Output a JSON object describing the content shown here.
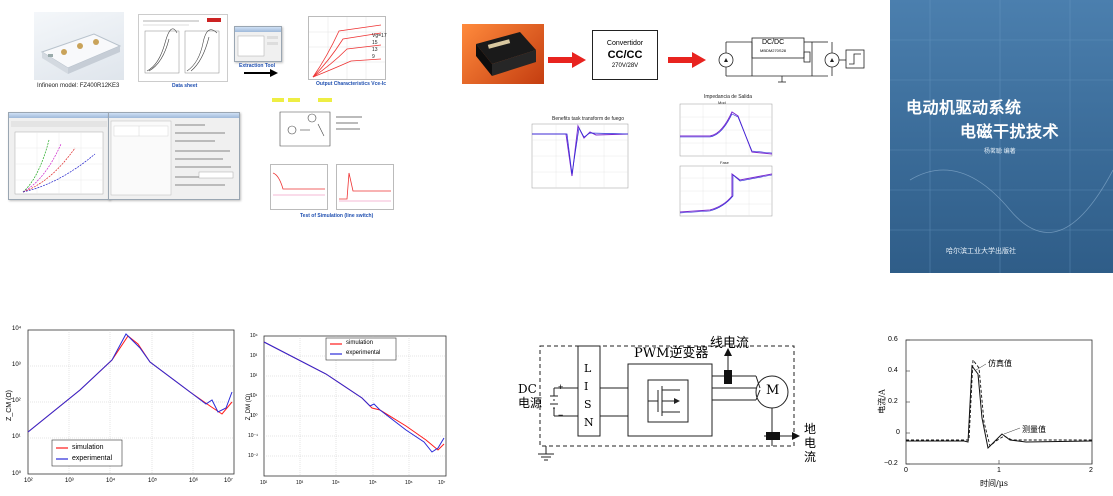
{
  "panels": {
    "module_caption": "Infineon model: FZ400R12KE3",
    "datasheet_caption": "Data sheet",
    "extraction_tool_caption": "Extraction Tool",
    "output_chars_caption": "Output Characteristics Vce-Ic",
    "output_chars_legend": [
      "Vg=17",
      "15",
      "13",
      "9"
    ],
    "test_sim_caption": "Test of Simulation (line switch)"
  },
  "converter": {
    "box_label_line1": "Convertidor",
    "box_label_line2": "CC/CC",
    "box_label_line3": "270V/28V",
    "dcdc_label": "DC/DC",
    "dcdc_sub": "MBDM270S28",
    "transient_title": "Benefits task transform de fuego",
    "impedance_title": "Impedancia de Salida",
    "impedance_sub": "Mod",
    "phase_sub": "Fase"
  },
  "book": {
    "title_line1": "电动机驱动系统",
    "title_line2": "电磁干扰技术",
    "author": "杨茗聪 编著",
    "publisher": "哈尔滨工业大学出版社"
  },
  "plot_left": {
    "ylabel": "Z_CM (Ω)",
    "x_ticks": [
      "10²",
      "10³",
      "10⁴",
      "10⁵",
      "10⁶",
      "10⁷"
    ],
    "y_ticks": [
      "10⁴",
      "10³",
      "10²",
      "10¹",
      "10⁰"
    ],
    "legend": [
      "simulation",
      "experimental"
    ]
  },
  "plot_mid": {
    "ylabel": "Z_DM (Ω)",
    "x_ticks": [
      "10²",
      "10³",
      "10⁴",
      "10⁵",
      "10⁶",
      "10⁷"
    ],
    "y_ticks": [
      "10⁴",
      "10³",
      "10²",
      "10¹",
      "10⁰",
      "10⁻¹",
      "10⁻²"
    ],
    "legend": [
      "simulation",
      "experimental"
    ]
  },
  "schematic": {
    "dc_source": [
      "DC",
      "电源"
    ],
    "lisn": [
      "L",
      "I",
      "S",
      "N"
    ],
    "inverter": "PWM逆变器",
    "line_current": "线电流",
    "ground_current": [
      "地",
      "电",
      "流"
    ],
    "motor": "M",
    "plus": "+",
    "minus": "−"
  },
  "plot_right": {
    "ylabel": "电流/A",
    "xlabel": "时间/μs",
    "x_ticks": [
      "0",
      "1",
      "2"
    ],
    "y_ticks": [
      "0.6",
      "0.4",
      "0.2",
      "0",
      "−0.2"
    ],
    "annot_sim": "仿真值",
    "annot_meas": "测量值"
  },
  "colors": {
    "red_arrow": "#e8231f",
    "sim_red": "#ff1a1a",
    "exp_blue": "#2a2ad8",
    "book_bg": "#3d6f9c",
    "module_bg": "#e9eef3"
  }
}
